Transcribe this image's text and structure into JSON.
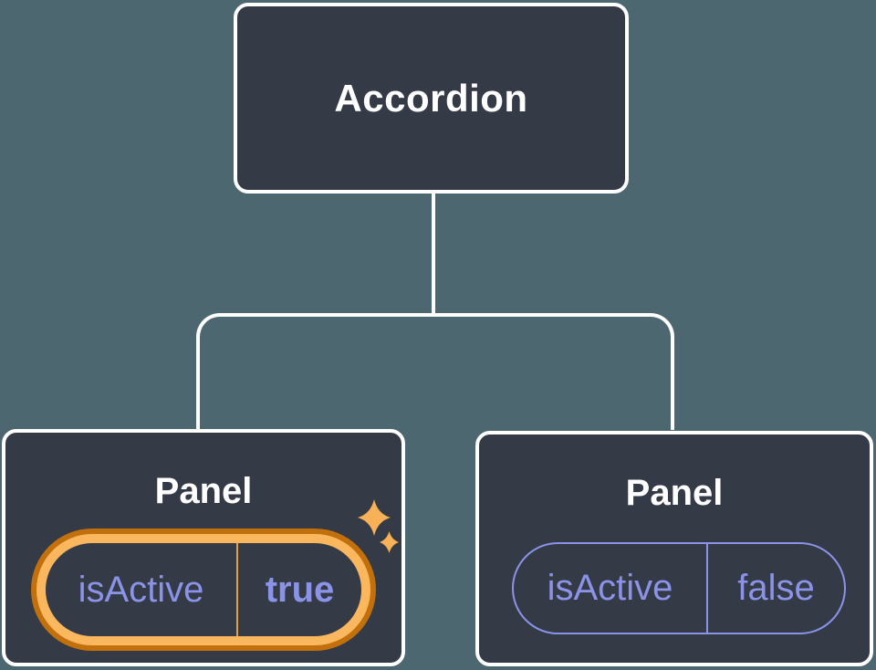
{
  "diagram": {
    "root_node": {
      "label": "Accordion"
    },
    "panels": [
      {
        "label": "Panel",
        "state_name": "isActive",
        "state_value": "true",
        "highlighted": true
      },
      {
        "label": "Panel",
        "state_name": "isActive",
        "state_value": "false",
        "highlighted": false
      }
    ]
  },
  "colors": {
    "background": "#4D6770",
    "node_fill": "#343A46",
    "node_border": "#FFFFFF",
    "connector": "#FFFFFF",
    "state_text": "#8B93E8",
    "state_border": "#8B93E8",
    "highlight_ring_outer": "#C1700C",
    "highlight_ring_inner": "#FBB75E",
    "highlight_divider": "#E2A04A",
    "sparkle": "#F8B156"
  }
}
